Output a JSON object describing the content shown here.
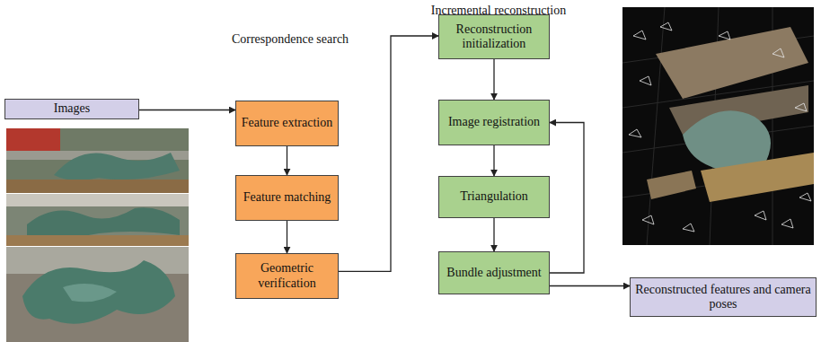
{
  "diagram": {
    "nodes": [
      {
        "text": [
          "Images"
        ]
      },
      {
        "text": [
          "Correspondence search"
        ]
      },
      {
        "text": [
          "Feature extraction"
        ],
        "in": 1
      },
      {
        "text": [
          "Feature matching"
        ],
        "in": 1
      },
      {
        "text": [
          "Geometric verification"
        ],
        "in": 1
      },
      {
        "text": [
          "Incremental reconstruction"
        ]
      },
      {
        "text": [
          "Reconstruction initialization"
        ],
        "in": 5
      },
      {
        "text": [
          "Image registration"
        ],
        "in": 5
      },
      {
        "text": [
          "Triangulation"
        ],
        "in": 5
      },
      {
        "text": [
          "Bundle adjustment"
        ],
        "in": 5
      },
      {
        "text": [
          "Reconstructed features and camera poses"
        ]
      }
    ],
    "edges": [
      {
        "from": 0,
        "to": 2,
        "arrow": "to"
      },
      {
        "from": 2,
        "to": 3,
        "arrow": "to"
      },
      {
        "from": 3,
        "to": 4,
        "arrow": "to"
      },
      {
        "from": 4,
        "to": 6,
        "arrow": "to"
      },
      {
        "from": 6,
        "to": 7,
        "arrow": "to"
      },
      {
        "from": 7,
        "to": 8,
        "arrow": "to"
      },
      {
        "from": 8,
        "to": 9,
        "arrow": "to"
      },
      {
        "from": 9,
        "to": 7,
        "arrow": "to"
      },
      {
        "from": 9,
        "to": 10,
        "arrow": "to"
      }
    ]
  }
}
